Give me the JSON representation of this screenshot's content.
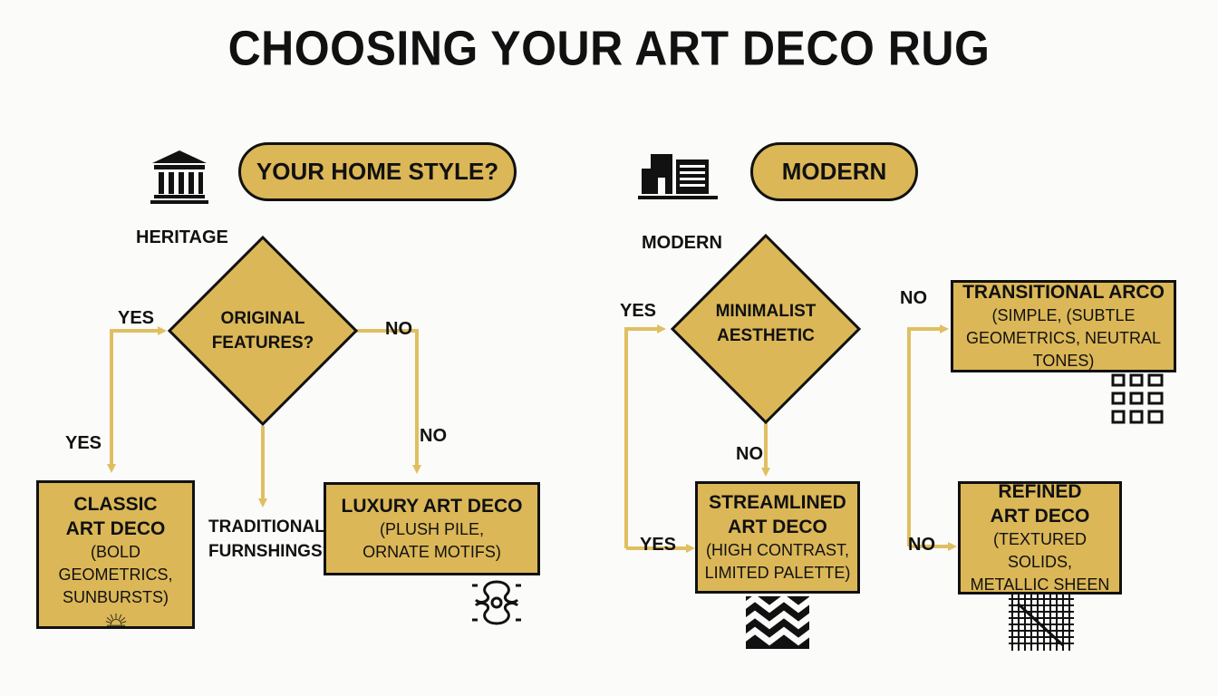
{
  "title": "CHOOSING YOUR ART DECO RUG",
  "left": {
    "start": "YOUR HOME STYLE?",
    "branch_label": "HERITAGE",
    "decision": [
      "ORIGINAL",
      "FEATURES?"
    ],
    "edge_yes_top": "YES",
    "edge_no_top": "NO",
    "edge_yes_down": "YES",
    "edge_no_down": "NO",
    "question": [
      "TRADITIONAL",
      "FURNSHINGS?"
    ],
    "classic": {
      "title": [
        "CLASSIC",
        "ART DECO"
      ],
      "desc": [
        "(BOLD GEOMETRICS,",
        "SUNBURSTS)"
      ]
    },
    "luxury": {
      "title": [
        "LUXURY ART DECO"
      ],
      "desc": [
        "(PLUSH PILE,",
        "ORNATE MOTIFS)"
      ]
    }
  },
  "right": {
    "start": "MODERN",
    "branch_label": "MODERN",
    "decision": [
      "MINIMALIST",
      "AESTHETIC"
    ],
    "edge_yes_top": "YES",
    "edge_no_down": "NO",
    "edge_yes_bottom": "YES",
    "edge_no_top": "NO",
    "edge_no_bottom": "NO",
    "streamlined": {
      "title": [
        "STREAMLINED",
        "ART DECO"
      ],
      "desc": [
        "(HIGH CONTRAST,",
        "LIMITED PALETTE)"
      ]
    },
    "transitional": {
      "title": [
        "TRANSITIONAL ARCO"
      ],
      "desc": [
        "(SIMPLE, (SUBTLE",
        "GEOMETRICS, NEUTRAL TONES)"
      ]
    },
    "refined": {
      "title": [
        "REFINED",
        "ART DECO"
      ],
      "desc": [
        "(TEXTURED SOLIDS,",
        "METALLIC SHEEN"
      ]
    }
  },
  "icons": [
    "classical-building-icon",
    "modern-building-icon",
    "sunburst-icon",
    "ornate-motif-icon",
    "zigzag-pattern-icon",
    "grid-pattern-icon",
    "crosshatch-pattern-icon"
  ],
  "colors": {
    "gold": "#dbb757",
    "arrow": "#e0bf62",
    "ink": "#111111",
    "background": "#fbfbf9"
  }
}
